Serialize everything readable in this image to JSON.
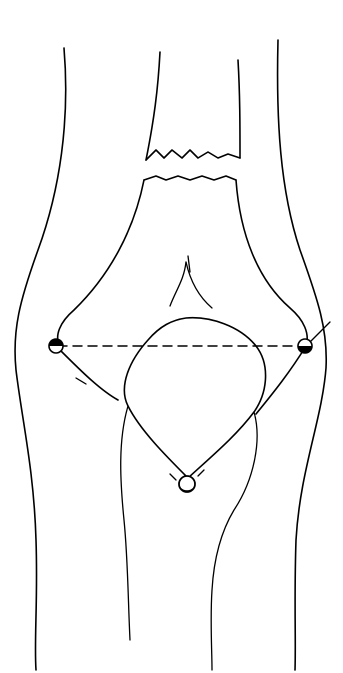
{
  "diagram": {
    "type": "line-drawing",
    "subject": "elbow-joint",
    "line_color": "#000000",
    "background_color": "#ffffff",
    "landmarks": [
      {
        "name": "medial-epicondyle",
        "marker": "filled-circle"
      },
      {
        "name": "lateral-epicondyle",
        "marker": "filled-circle"
      },
      {
        "name": "olecranon-tip",
        "marker": "open-circle"
      }
    ],
    "connector": {
      "between": [
        "medial-epicondyle",
        "lateral-epicondyle"
      ],
      "style": "dashed"
    }
  }
}
